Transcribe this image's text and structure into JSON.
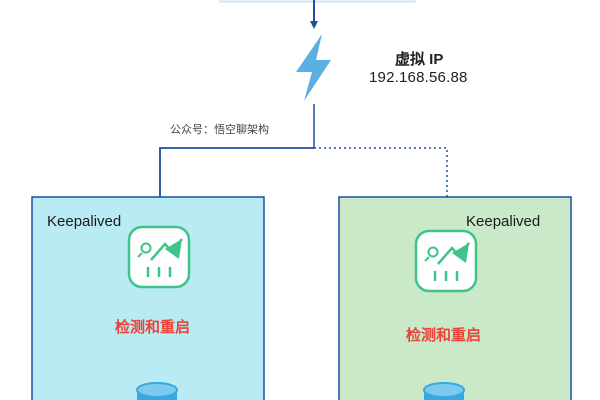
{
  "vip": {
    "title": "虚拟 IP",
    "address": "192.168.56.88"
  },
  "watermark": "公众号：悟空聊架构",
  "nodes": [
    {
      "label": "Keepalived",
      "action": "检测和重启"
    },
    {
      "label": "Keepalived",
      "action": "检测和重启"
    }
  ],
  "colors": {
    "left_panel": "#b9ebf5",
    "right_panel": "#c9e9c9",
    "panel_border": "#1d4fa0",
    "arrow": "#1d4fa0",
    "lightning": "#5ab0e3",
    "keepalived_icon": "#3ec48a",
    "action_text": "#e8443a",
    "database": "#37a8e0"
  },
  "icons": [
    "lightning-icon",
    "keepalived-icon",
    "database-icon"
  ]
}
